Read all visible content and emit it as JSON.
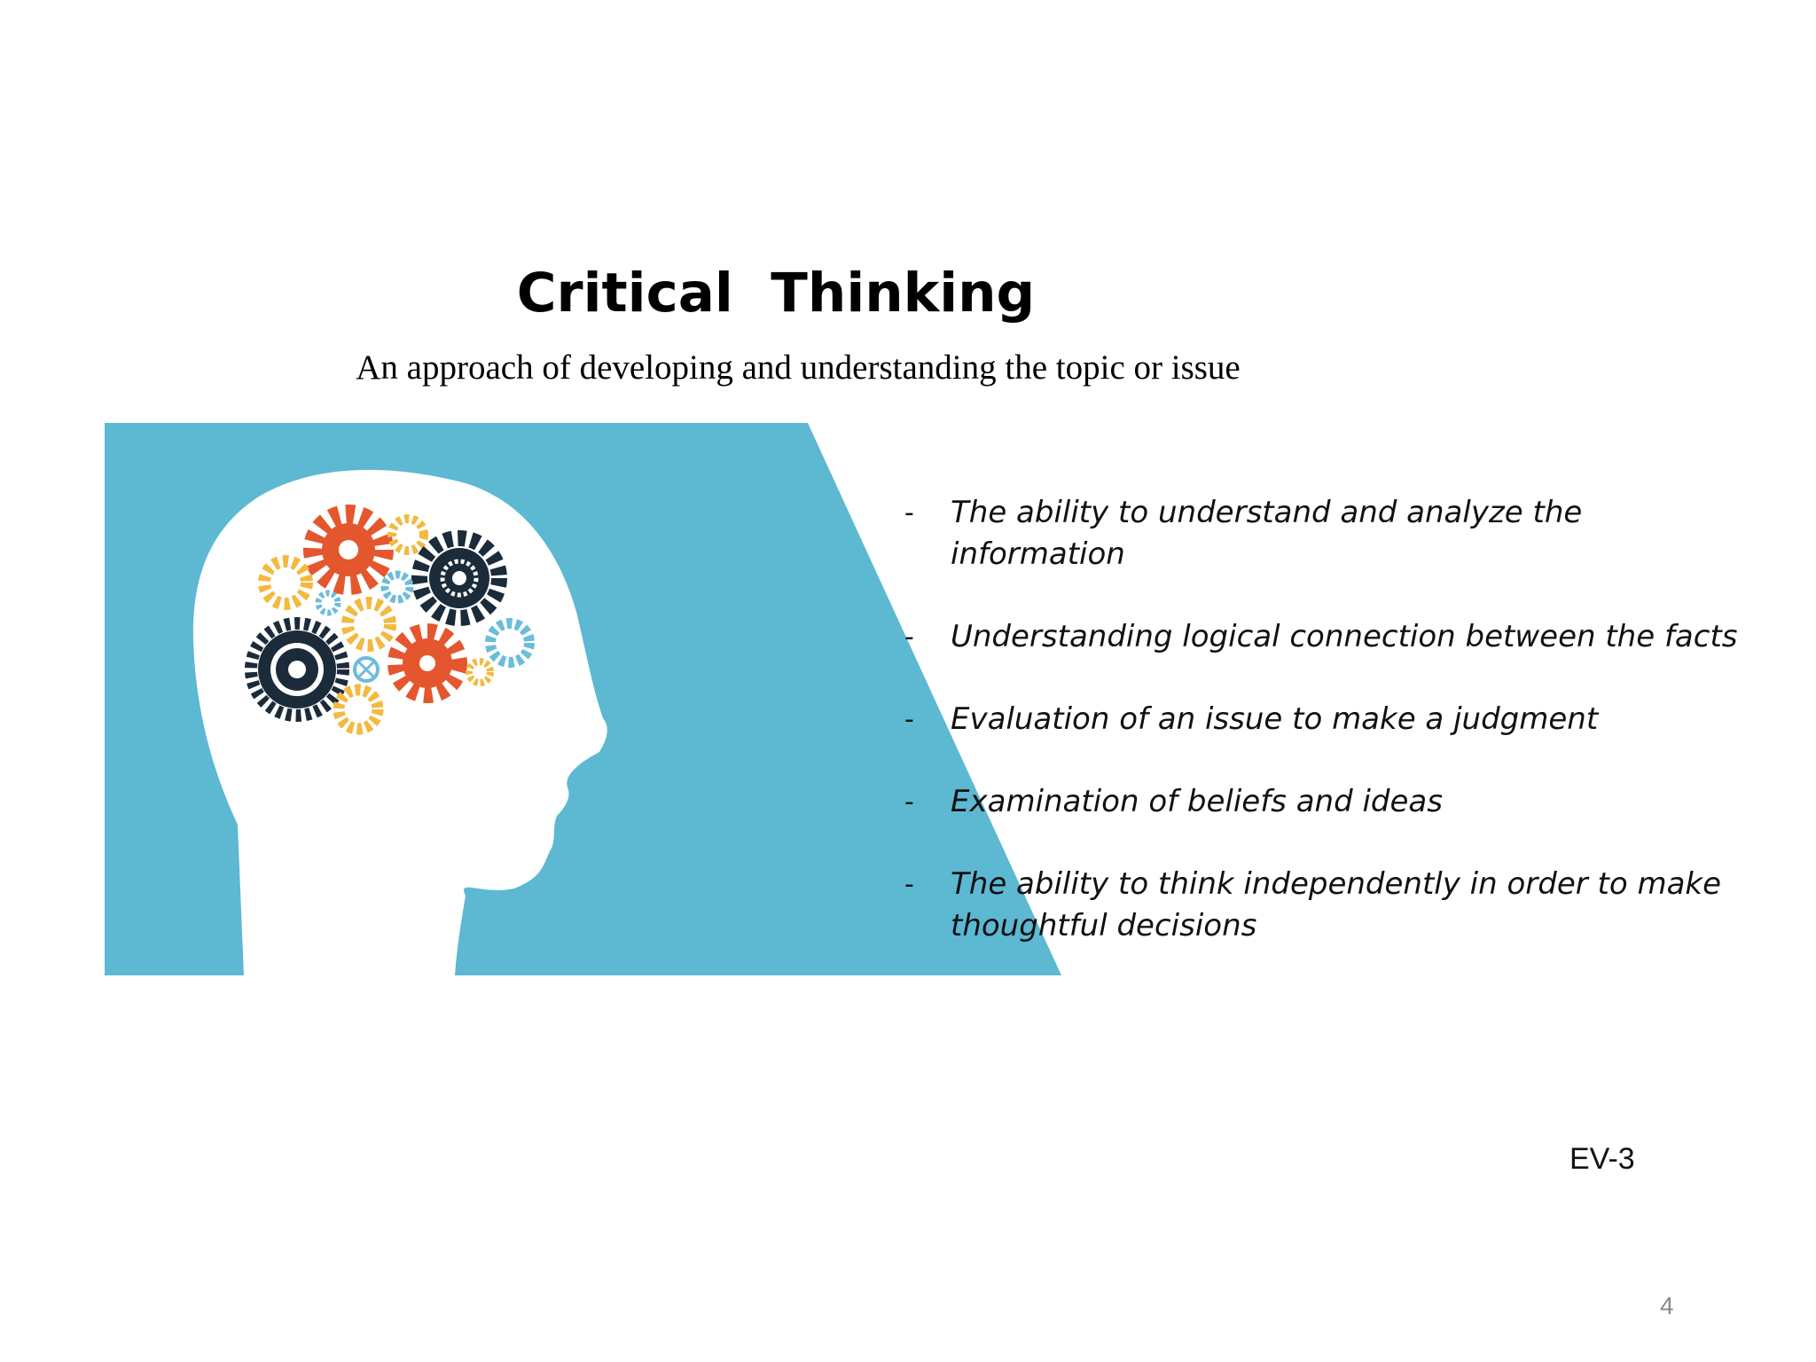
{
  "slide": {
    "title": "Critical  Thinking",
    "subtitle": "An approach of developing and understanding the topic or issue",
    "bullets": [
      {
        "dash": "-",
        "text": "The ability to understand and analyze the information"
      },
      {
        "dash": "-",
        "text": "Understanding logical connection between the facts"
      },
      {
        "dash": "-",
        "text": "Evaluation of an issue to make a judgment"
      },
      {
        "dash": "-",
        "text": "Examination of beliefs and ideas"
      },
      {
        "dash": "-",
        "text": "The ability to think independently in order to make thoughtful decisions"
      }
    ],
    "code": "EV-3",
    "page_number": "4"
  },
  "colors": {
    "panel": "#5db8d2",
    "head": "#ffffff",
    "gear_orange": "#e4572e",
    "gear_yellow": "#f3b940",
    "gear_navy": "#1b2b3a",
    "gear_light": "#6cbcdc"
  },
  "illustration": {
    "icon": "head-with-gears-icon"
  }
}
